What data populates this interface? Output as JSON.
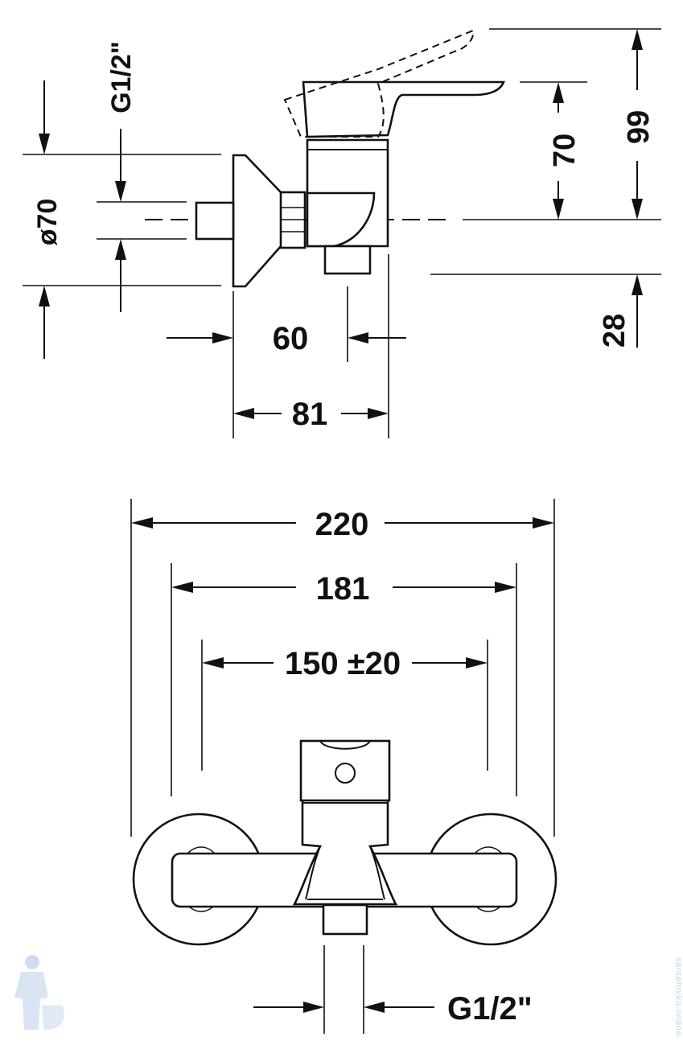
{
  "side_view": {
    "dim_thread": "G1/2\"",
    "dim_diameter": "ø70",
    "dim_60": "60",
    "dim_81": "81",
    "dim_70": "70",
    "dim_99": "99",
    "dim_28": "28"
  },
  "front_view": {
    "dim_220": "220",
    "dim_181": "181",
    "dim_150": "150 ±20",
    "dim_thread": "G1/2\""
  },
  "watermark": {
    "text": "santehnika-online"
  },
  "colors": {
    "line": "#111111",
    "watermark": "#b9cfe6"
  }
}
